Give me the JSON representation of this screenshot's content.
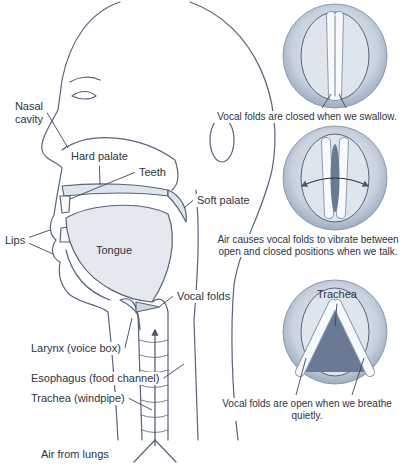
{
  "diagram": {
    "labels": [
      "Nasal cavity",
      "Hard palate",
      "Teeth",
      "Soft palate",
      "Lips",
      "Tongue",
      "Vocal folds",
      "Larynx (voice box)",
      "Esophagus (food channel)",
      "Trachea (windpipe)",
      "Air from lungs",
      "Vocal folds are closed when we swallow.",
      "Air causes vocal folds to vibrate between open and closed positions when we talk.",
      "Trachea",
      "Vocal folds are open when we breathe quietly."
    ]
  }
}
